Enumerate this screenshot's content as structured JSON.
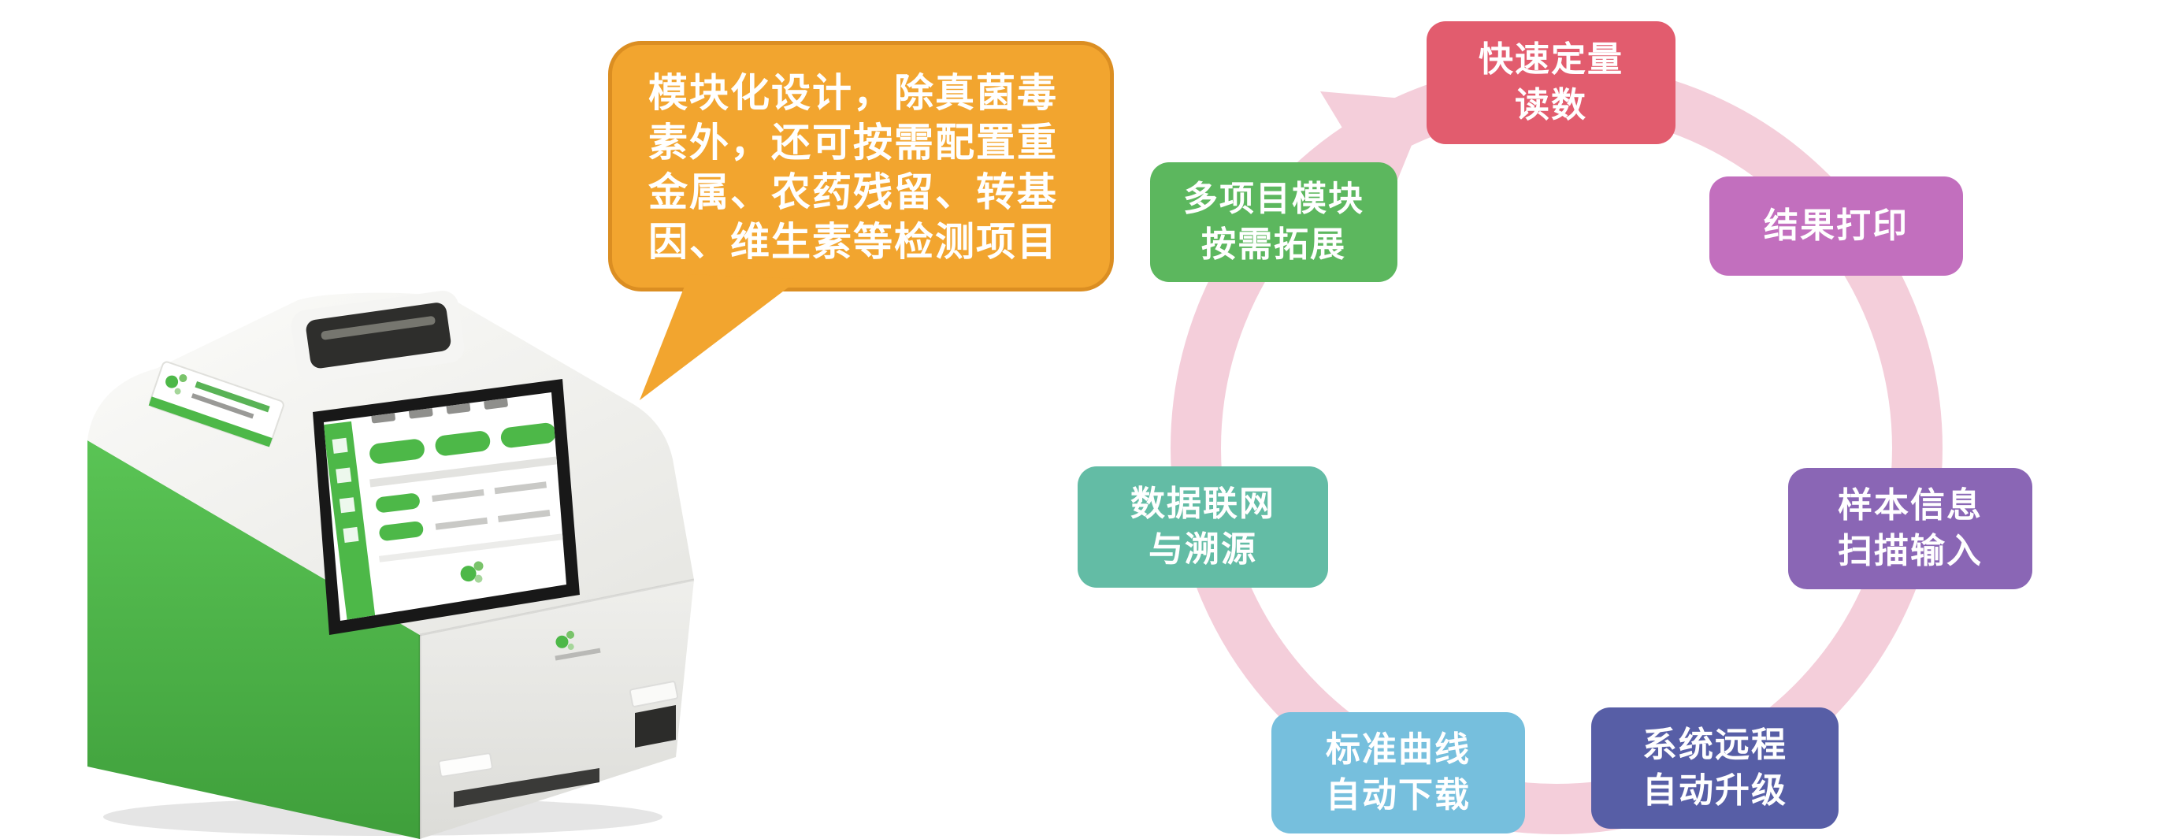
{
  "callout": {
    "lines": [
      "模块化设计，除真菌毒",
      "素外，还可按需配置重",
      "金属、农药残留、转基",
      "因、维生素等检测项目"
    ],
    "bg": "#F2A52F",
    "border": "#DB8E22"
  },
  "cycle": {
    "ring_color": "#F4CEDA",
    "items": [
      {
        "lines": [
          "快速定量",
          "读数"
        ],
        "color": "#E25C6E"
      },
      {
        "lines": [
          "结果打印"
        ],
        "color": "#C26FBE"
      },
      {
        "lines": [
          "样本信息",
          "扫描输入"
        ],
        "color": "#8A66B5"
      },
      {
        "lines": [
          "系统远程",
          "自动升级"
        ],
        "color": "#575EA6"
      },
      {
        "lines": [
          "标准曲线",
          "自动下载"
        ],
        "color": "#76BFDD"
      },
      {
        "lines": [
          "数据联网",
          "与溯源"
        ],
        "color": "#63BCA5"
      },
      {
        "lines": [
          "多项目模块",
          "按需拓展"
        ],
        "color": "#5CB75E"
      }
    ]
  },
  "device": {
    "accent_green": "#4DB848",
    "base_green_dark": "#3F9F3B",
    "screen_bezel": "#181818"
  }
}
